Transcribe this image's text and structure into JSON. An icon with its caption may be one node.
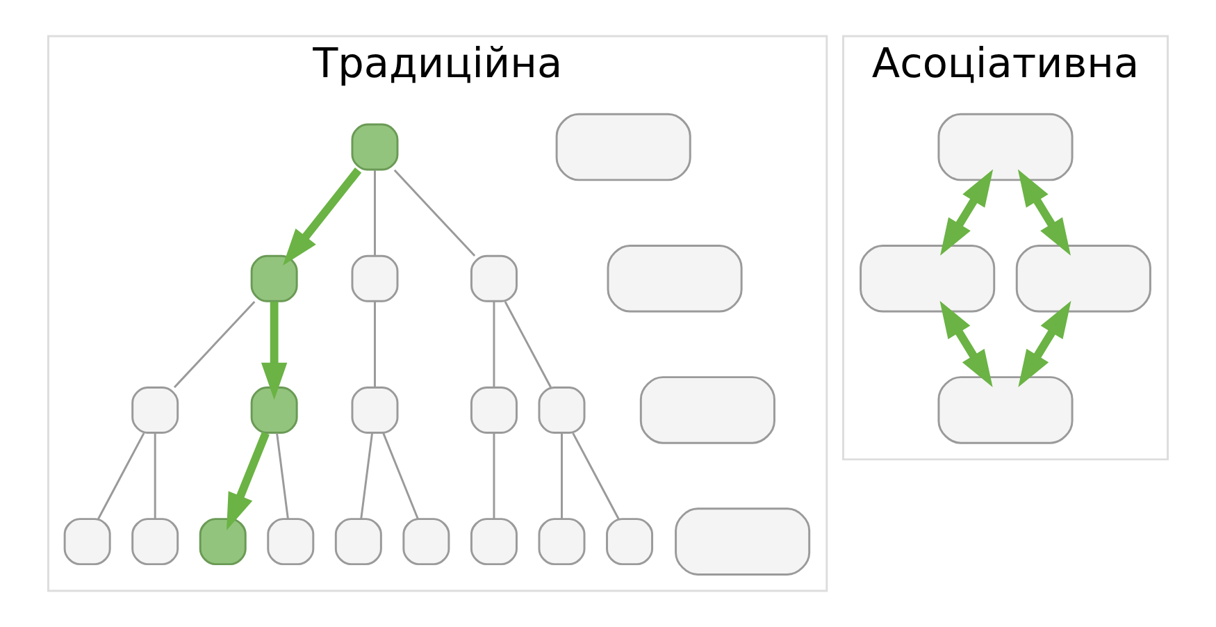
{
  "diagram": {
    "nodes": [
      {
        "text": [
          "Традиційна"
        ]
      },
      {
        "text": [],
        "shape": "box",
        "in": 0
      },
      {
        "text": [],
        "shape": "box",
        "in": 0
      },
      {
        "text": [],
        "shape": "box",
        "in": 0
      },
      {
        "text": [],
        "shape": "box",
        "in": 0
      },
      {
        "text": [],
        "shape": "box",
        "in": 0
      },
      {
        "text": [],
        "shape": "box",
        "in": 0
      },
      {
        "text": [],
        "shape": "box",
        "in": 0
      },
      {
        "text": [],
        "shape": "box",
        "in": 0
      },
      {
        "text": [],
        "shape": "box",
        "in": 0
      },
      {
        "text": [],
        "shape": "box",
        "in": 0
      },
      {
        "text": [],
        "shape": "box",
        "in": 0
      },
      {
        "text": [],
        "shape": "box",
        "in": 0
      },
      {
        "text": [],
        "shape": "box",
        "in": 0
      },
      {
        "text": [],
        "shape": "box",
        "in": 0
      },
      {
        "text": [],
        "shape": "box",
        "in": 0
      },
      {
        "text": [],
        "shape": "box",
        "in": 0
      },
      {
        "text": [],
        "shape": "box",
        "in": 0
      },
      {
        "text": [],
        "shape": "box",
        "in": 0
      },
      {
        "text": [],
        "shape": "box",
        "in": 0
      },
      {
        "text": [],
        "shape": "box",
        "in": 0
      },
      {
        "text": [],
        "shape": "box",
        "in": 0
      },
      {
        "text": [],
        "shape": "box",
        "in": 0
      },
      {
        "text": [
          "Асоціативна"
        ]
      },
      {
        "text": [],
        "shape": "box",
        "in": 23
      },
      {
        "text": [],
        "shape": "box",
        "in": 23
      },
      {
        "text": [],
        "shape": "box",
        "in": 23
      },
      {
        "text": [],
        "shape": "box",
        "in": 23
      }
    ],
    "edges": [
      {
        "from": 5,
        "to": 6,
        "arrow": "to",
        "style": "thick",
        "color": "#6ab344"
      },
      {
        "from": 5,
        "to": 7,
        "arrow": "none"
      },
      {
        "from": 5,
        "to": 8,
        "arrow": "none"
      },
      {
        "from": 6,
        "to": 9,
        "arrow": "none"
      },
      {
        "from": 6,
        "to": 10,
        "arrow": "to",
        "style": "thick",
        "color": "#6ab344"
      },
      {
        "from": 7,
        "to": 11,
        "arrow": "none"
      },
      {
        "from": 8,
        "to": 12,
        "arrow": "none"
      },
      {
        "from": 8,
        "to": 13,
        "arrow": "none"
      },
      {
        "from": 9,
        "to": 14,
        "arrow": "none"
      },
      {
        "from": 9,
        "to": 15,
        "arrow": "none"
      },
      {
        "from": 10,
        "to": 16,
        "arrow": "to",
        "style": "thick",
        "color": "#6ab344"
      },
      {
        "from": 10,
        "to": 17,
        "arrow": "none"
      },
      {
        "from": 11,
        "to": 18,
        "arrow": "none"
      },
      {
        "from": 11,
        "to": 19,
        "arrow": "none"
      },
      {
        "from": 12,
        "to": 20,
        "arrow": "none"
      },
      {
        "from": 13,
        "to": 21,
        "arrow": "none"
      },
      {
        "from": 13,
        "to": 22,
        "arrow": "none"
      },
      {
        "from": 24,
        "to": 25,
        "arrow": "both",
        "style": "thick",
        "color": "#6ab344"
      },
      {
        "from": 24,
        "to": 26,
        "arrow": "both",
        "style": "thick",
        "color": "#6ab344"
      },
      {
        "from": 25,
        "to": 27,
        "arrow": "both",
        "style": "thick",
        "color": "#6ab344"
      },
      {
        "from": 26,
        "to": 27,
        "arrow": "both",
        "style": "thick",
        "color": "#6ab344"
      }
    ]
  }
}
